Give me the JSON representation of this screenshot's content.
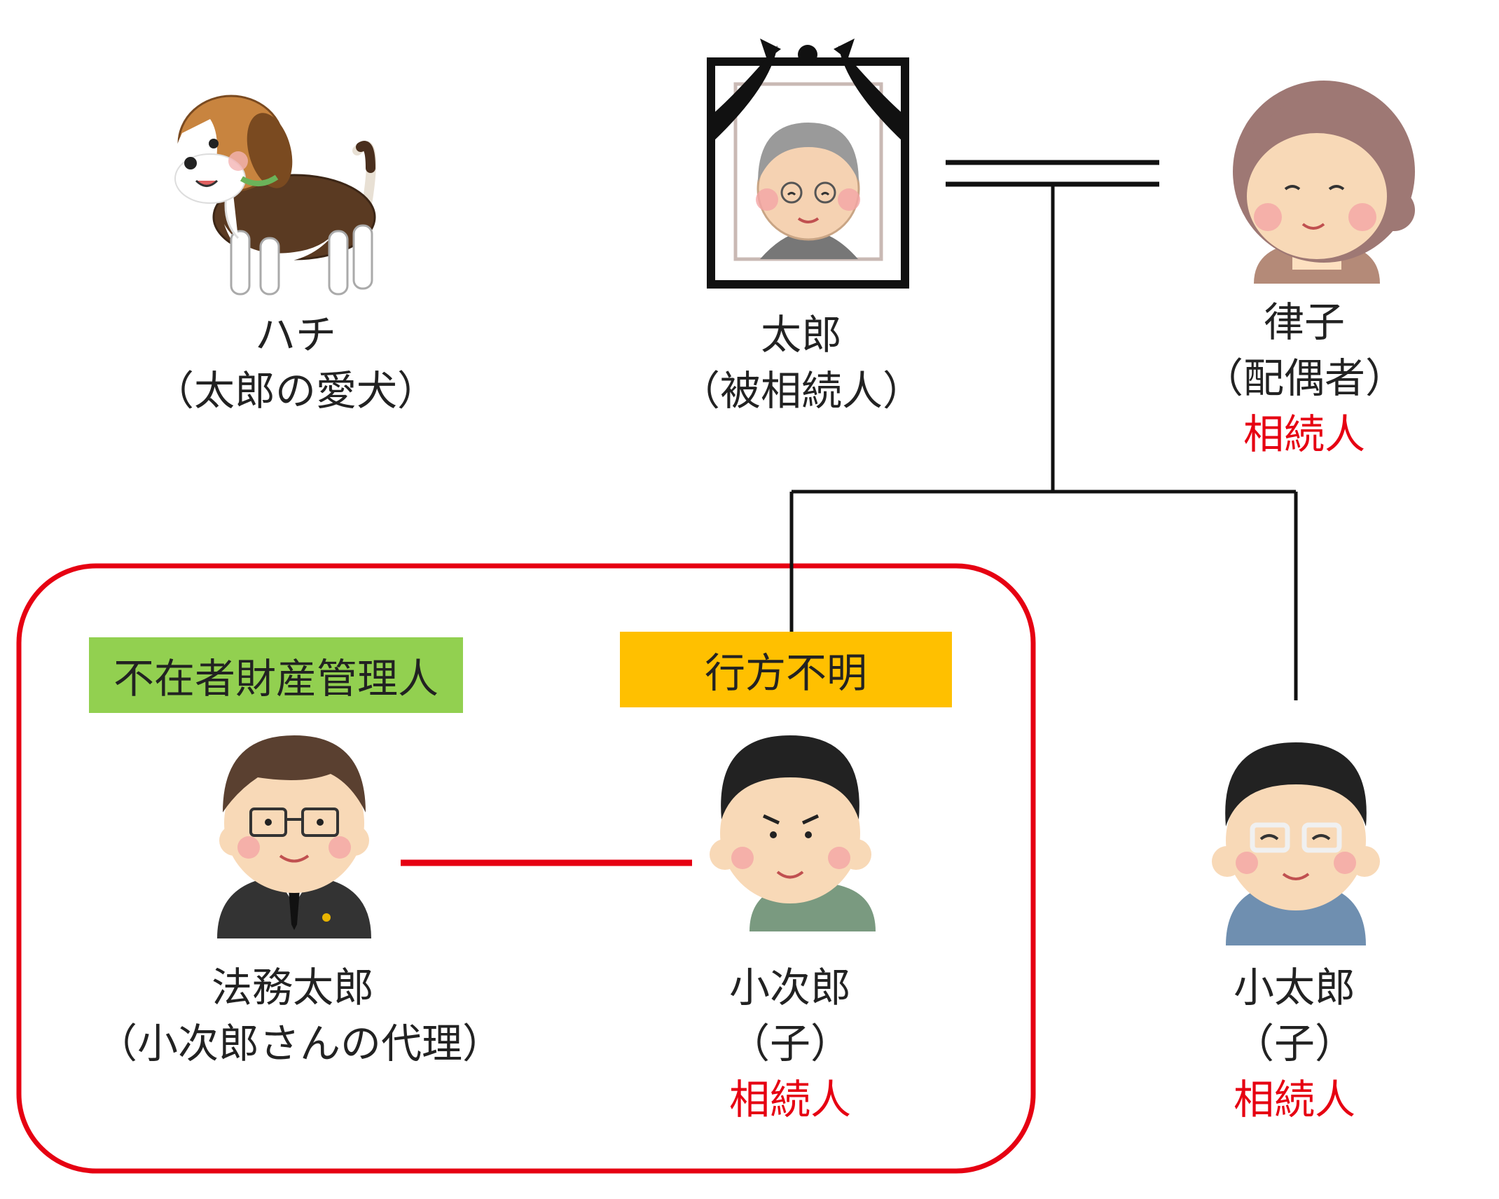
{
  "colors": {
    "line": "#111111",
    "highlight_frame": "#e60012",
    "heir_text": "#e60012",
    "manager_badge": "#92d050",
    "missing_badge": "#ffc000"
  },
  "badges": {
    "manager": "不在者財産管理人",
    "missing": "行方不明"
  },
  "people": {
    "dog": {
      "name": "ハチ",
      "role": "（太郎の愛犬）",
      "icon": "beagle-dog-icon"
    },
    "deceased": {
      "name": "太郎",
      "role": "（被相続人）",
      "icon": "memorial-portrait-elderly-man-icon"
    },
    "spouse": {
      "name": "律子",
      "role": "（配偶者）",
      "status": "相続人",
      "icon": "elderly-woman-icon"
    },
    "lawyer": {
      "name": "法務太郎",
      "role": "（小次郎さんの代理）",
      "icon": "lawyer-in-suit-icon"
    },
    "kojiro": {
      "name": "小次郎",
      "role": "（子）",
      "status": "相続人",
      "icon": "young-man-icon"
    },
    "kotaro": {
      "name": "小太郎",
      "role": "（子）",
      "status": "相続人",
      "icon": "man-with-glasses-icon"
    }
  }
}
